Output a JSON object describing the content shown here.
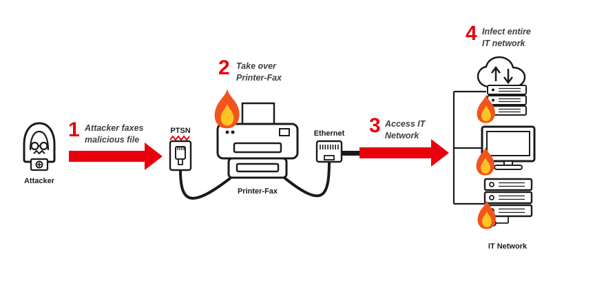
{
  "steps": [
    {
      "num": "1",
      "line1": "Attacker faxes",
      "line2": "malicious file"
    },
    {
      "num": "2",
      "line1": "Take over",
      "line2": "Printer-Fax"
    },
    {
      "num": "3",
      "line1": "Access IT",
      "line2": "Network"
    },
    {
      "num": "4",
      "line1": "Infect entire",
      "line2": "IT network"
    }
  ],
  "labels": {
    "attacker": "Attacker",
    "ptsn": "PTSN",
    "printer_fax": "Printer-Fax",
    "ethernet": "Ethernet",
    "it_network": "IT Network"
  },
  "icons": {
    "hacker": "hooded figure with glasses and laptop",
    "fire": "flame",
    "phone_jack": "PTSN wall jack with red wave",
    "printer": "printer-fax machine",
    "ethernet_jack": "RJ45 connector",
    "cloud_sync": "cloud with up/down arrows over server rack",
    "monitor": "desktop computer",
    "server": "server rack with network node"
  },
  "colors": {
    "accent_red": "#E8000D",
    "step_text": "#3F3F3F",
    "outline": "#1A1A1A",
    "flame_outer": "#F3541C",
    "flame_inner": "#FFC326"
  }
}
